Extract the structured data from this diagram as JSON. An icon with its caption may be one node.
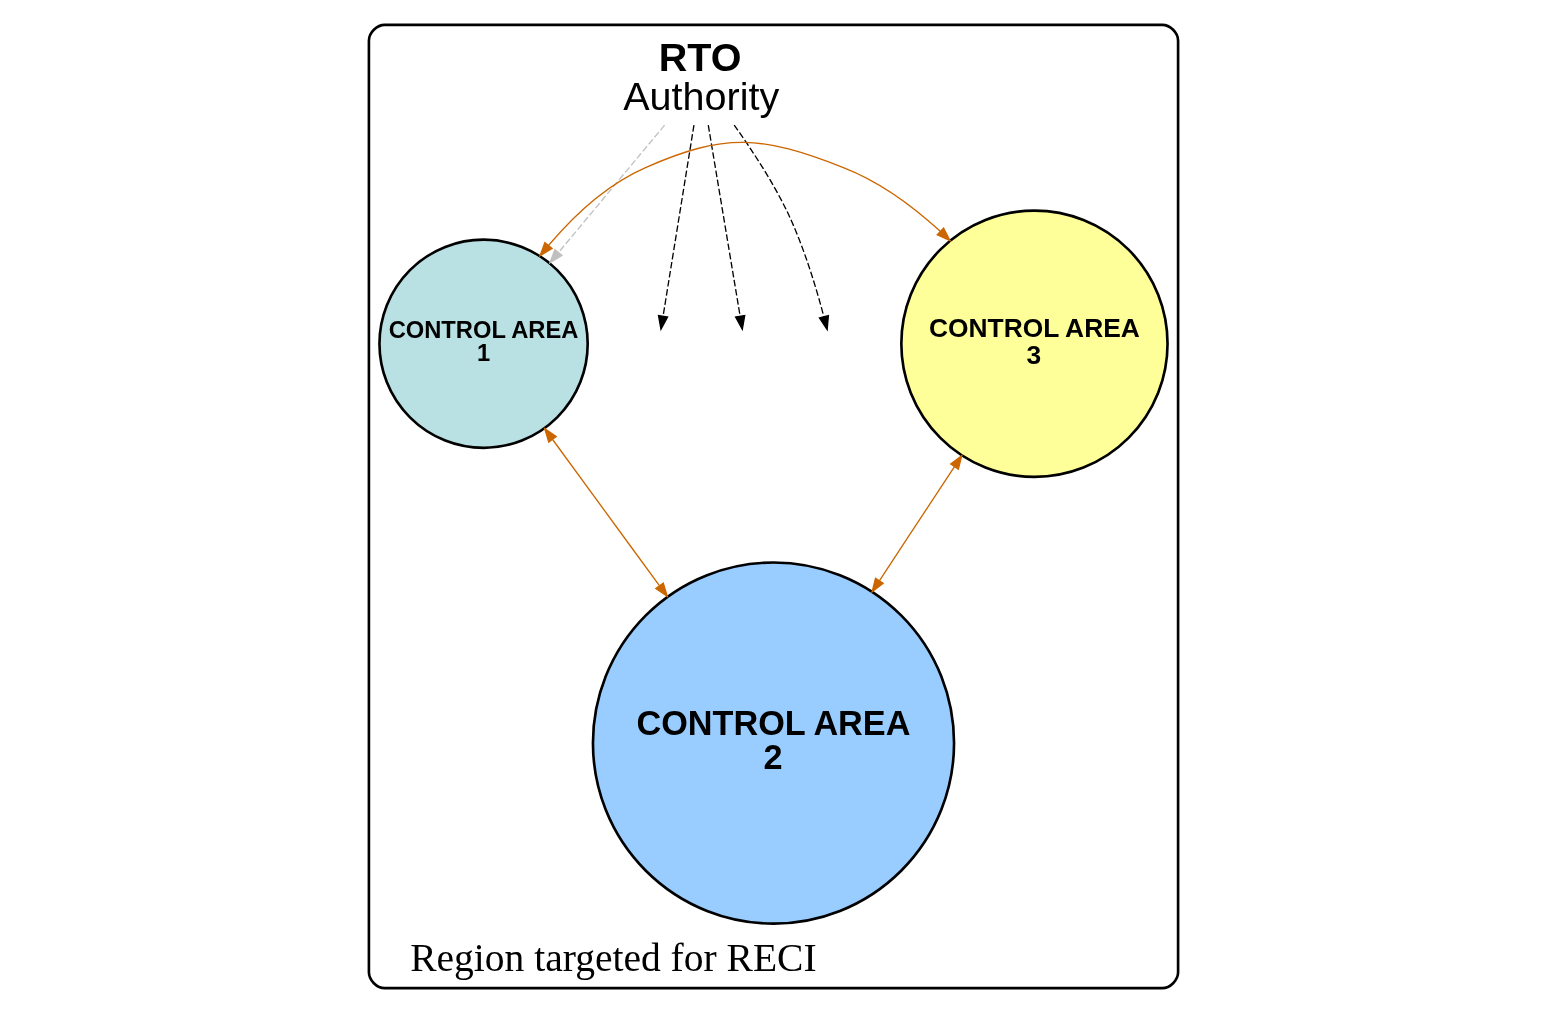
{
  "diagram": {
    "nodes": [
      {
        "text": [
          "Region targeted for RECI"
        ]
      },
      {
        "text": [
          "RTO",
          "Authority"
        ],
        "in": 0
      },
      {
        "text": [
          "CONTROL AREA 1"
        ],
        "in": 0
      },
      {
        "text": [
          "CONTROL AREA 3"
        ],
        "in": 0
      },
      {
        "text": [
          "CONTROL AREA 2"
        ],
        "in": 0
      }
    ],
    "edges": [
      {
        "from": 1,
        "to": 2,
        "arrow": "to",
        "style": "dashed",
        "color": "#c0c0c0"
      },
      {
        "from": 1,
        "to": null,
        "arrow": "to",
        "style": "dashed",
        "color": "#000000"
      },
      {
        "from": 1,
        "to": null,
        "arrow": "to",
        "style": "dashed",
        "color": "#000000"
      },
      {
        "from": 1,
        "to": null,
        "arrow": "to",
        "style": "dashed",
        "color": "#000000"
      },
      {
        "from": 2,
        "to": 3,
        "arrow": "both",
        "color": "#cc6600"
      },
      {
        "from": 2,
        "to": 4,
        "arrow": "both",
        "color": "#cc6600"
      },
      {
        "from": 4,
        "to": 3,
        "arrow": "both",
        "color": "#cc6600"
      }
    ]
  }
}
